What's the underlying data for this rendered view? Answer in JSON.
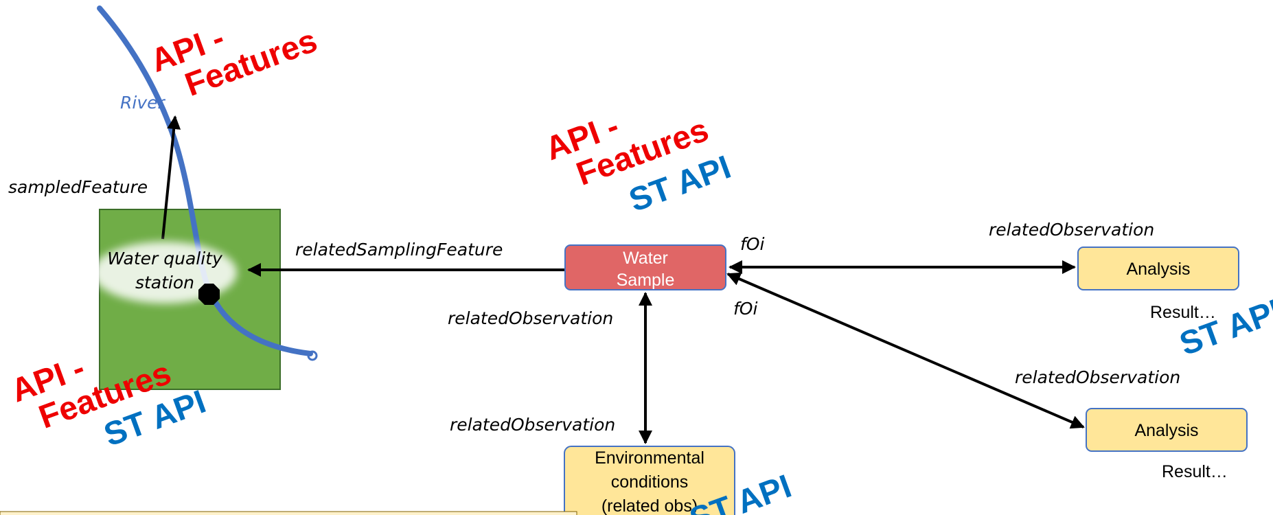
{
  "labels": {
    "river": "River",
    "sampled_feature": "sampledFeature",
    "station_line1": "Water quality",
    "station_line2": "station",
    "related_sampling_feature": "relatedSamplingFeature",
    "related_obs_left": "relatedObservation",
    "related_obs_bottom": "relatedObservation",
    "related_obs_top_right": "relatedObservation",
    "related_obs_lower_right": "relatedObservation",
    "foi_top": "fOi",
    "foi_bottom": "fOi"
  },
  "nodes": {
    "water_sample_line1": "Water",
    "water_sample_line2": "Sample",
    "analysis_top": "Analysis",
    "analysis_bottom": "Analysis",
    "env_line1": "Environmental",
    "env_line2": "conditions",
    "env_line3": "(related obs)"
  },
  "results": {
    "result_top": "Result…",
    "result_bottom": "Result…"
  },
  "api_tags": {
    "api_features": "API - Features",
    "api_line1": "API -",
    "api_line2": "Features",
    "st_api": "ST API"
  },
  "colors": {
    "river": "#4472c4",
    "station_area": "#70ad47",
    "water_sample": "#e06666",
    "analysis": "#ffe699",
    "api_red": "#ee0000",
    "api_blue": "#0070c0"
  }
}
